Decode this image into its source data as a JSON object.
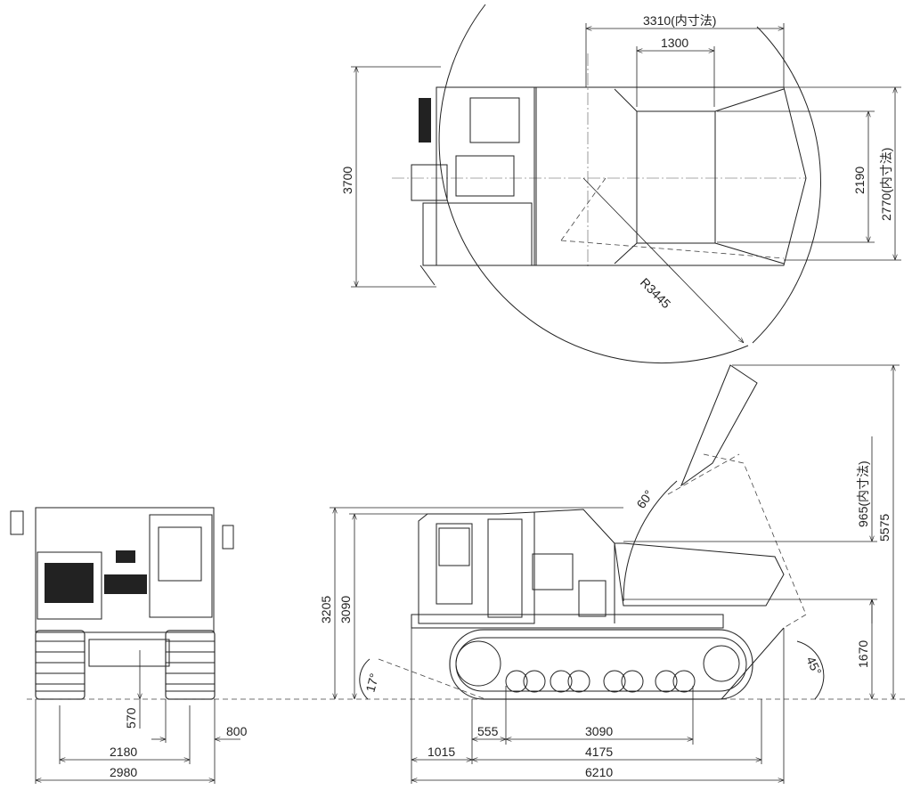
{
  "top_view": {
    "width_inner": "3310(内寸法)",
    "width_1300": "1300",
    "length": "3700",
    "width_2190": "2190",
    "width_inner_2770": "2770(内寸法)",
    "radius": "R3445"
  },
  "front_view": {
    "ground_clearance": "570",
    "shoe_width": "800",
    "track_gauge": "2180",
    "overall_width": "2980"
  },
  "side_view": {
    "dump_angle": "60°",
    "bed_depth": "965(内寸法)",
    "max_height": "5575",
    "cab_height": "3205",
    "height_3090": "3090",
    "bed_height": "1670",
    "departure_angle": "45°",
    "approach_angle": "17°",
    "dim_555": "555",
    "tumbler_distance": "3090",
    "dim_1015": "1015",
    "track_length": "4175",
    "overall_length": "6210"
  }
}
